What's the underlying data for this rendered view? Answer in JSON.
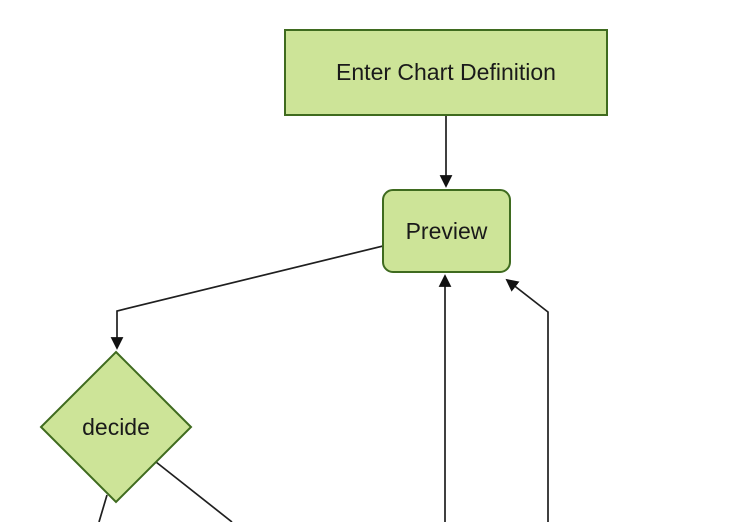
{
  "diagram": {
    "type": "flowchart",
    "direction": "top-down",
    "nodes": [
      {
        "id": "A",
        "label": "Enter Chart Definition",
        "shape": "rectangle"
      },
      {
        "id": "B",
        "label": "Preview",
        "shape": "rounded-rectangle"
      },
      {
        "id": "C",
        "label": "decide",
        "shape": "diamond"
      }
    ],
    "edges": [
      {
        "from": "Enter Chart Definition",
        "to": "Preview",
        "arrowhead": true
      },
      {
        "from": "Preview",
        "to": "decide",
        "arrowhead": true
      },
      {
        "from": "decide",
        "to": "offscreen-bottom-left",
        "arrowhead": false
      },
      {
        "from": "decide",
        "to": "offscreen-bottom-right",
        "arrowhead": false
      },
      {
        "from": "offscreen-bottom",
        "to": "Preview",
        "arrowhead": true
      },
      {
        "from": "offscreen-bottom-right",
        "to": "Preview",
        "arrowhead": true
      }
    ]
  },
  "colors": {
    "node_fill": "#cde498",
    "node_border": "#3f6b1f",
    "edge_line": "#1f1f1f",
    "arrowhead": "#111111",
    "label_text": "#1a1a1a",
    "background": "#ffffff"
  }
}
